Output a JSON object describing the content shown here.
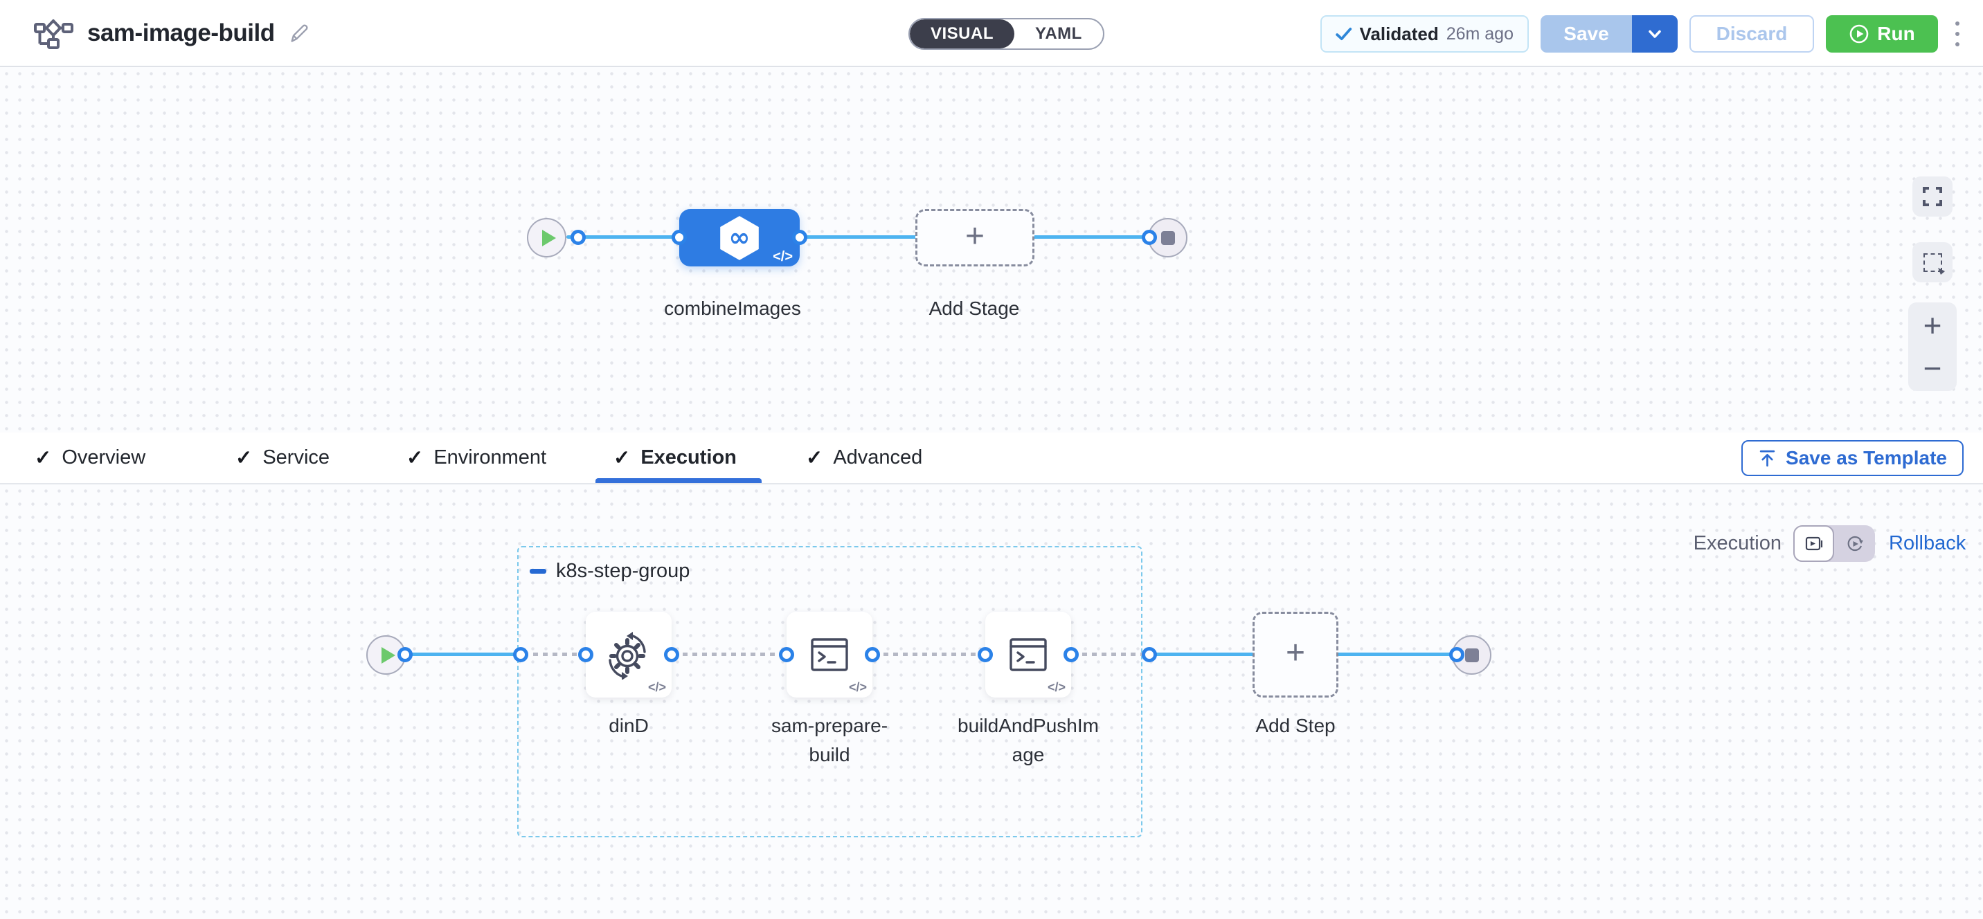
{
  "header": {
    "title": "sam-image-build",
    "mode_toggle": {
      "visual": "VISUAL",
      "yaml": "YAML",
      "active": "VISUAL"
    },
    "validated": {
      "label": "Validated",
      "time": "26m ago"
    },
    "save_label": "Save",
    "discard_label": "Discard",
    "run_label": "Run"
  },
  "icons": {
    "check": "✓",
    "plus": "+",
    "code": "</>"
  },
  "stage_canvas": {
    "stage_label": "combineImages",
    "add_stage_label": "Add Stage"
  },
  "tabs": {
    "items": [
      {
        "label": "Overview",
        "checked": true
      },
      {
        "label": "Service",
        "checked": true
      },
      {
        "label": "Environment",
        "checked": true
      },
      {
        "label": "Execution",
        "checked": true
      },
      {
        "label": "Advanced",
        "checked": true
      }
    ],
    "active": "Execution",
    "save_as_template_label": "Save as Template"
  },
  "execution_canvas": {
    "mode": {
      "left_label": "Execution",
      "right_label": "Rollback",
      "selected": "Execution"
    },
    "group_label": "k8s-step-group",
    "steps": [
      {
        "label": "dinD",
        "icon": "gear-sync-icon"
      },
      {
        "label": "sam-prepare-build",
        "icon": "terminal-icon"
      },
      {
        "label": "buildAndPushImage",
        "icon": "terminal-icon"
      }
    ],
    "add_step_label": "Add Step"
  },
  "colors": {
    "stage_blue": "#2e7ce3",
    "connector_blue": "#4db3f0",
    "port_blue": "#2b82e8",
    "run_green": "#4cc151",
    "save_enabled_blue": "#2f6cd1",
    "save_disabled_blue": "#a9c6ec",
    "link_blue": "#2e6bd2",
    "tab_underline_blue": "#3470da",
    "group_border_blue": "#7cc9ec",
    "toggle_dark": "#3c3e4b"
  }
}
